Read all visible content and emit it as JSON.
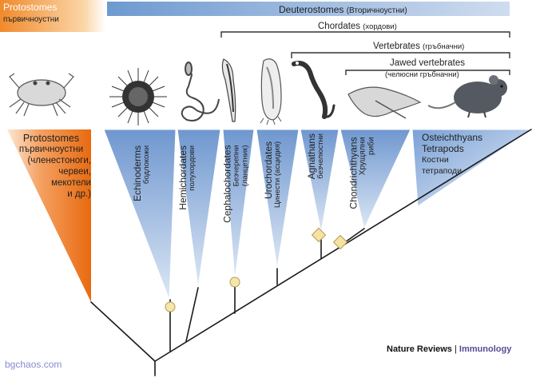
{
  "header": {
    "protostomes": "Protostomes",
    "protostomes_bg": "първичноустни",
    "deuterostomes": "Deuterostomes",
    "deuterostomes_bg": "(Вторичноустни)"
  },
  "brackets": [
    {
      "label": "Chordates",
      "label_bg": "(хордови)"
    },
    {
      "label": "Vertebrates",
      "label_bg": "(гръбначни)"
    },
    {
      "label": "Jawed vertebrates",
      "label_bg": "(челюсни гръбначни)"
    }
  ],
  "protostome_panel": {
    "title": "Protostomes",
    "lines": [
      "първичноустни",
      "(членестоноги,",
      "червеи,",
      "мекотели",
      "и др.)"
    ]
  },
  "taxa": [
    {
      "id": "echinoderms",
      "name": "Echinoderms",
      "name_bg": "бодлокожи",
      "animal": "sea urchin"
    },
    {
      "id": "hemichordates",
      "name": "Hemichordates",
      "name_bg": "полухордови",
      "animal": "acorn worm"
    },
    {
      "id": "cephalochordates",
      "name": "Cephalochordates",
      "name_bg": "Безчерепни",
      "name_bg2": "(ланцетник)",
      "animal": "lancelet"
    },
    {
      "id": "urochordates",
      "name": "Urochordates",
      "name_bg": "Цинести (асцидия)",
      "animal": "sea squirt"
    },
    {
      "id": "agnathans",
      "name": "Agnathans",
      "name_bg": "безчелюстни",
      "animal": "lamprey"
    },
    {
      "id": "chondrichthyans",
      "name": "Chondrichthyans",
      "name_bg": "Хрущялни",
      "name_bg2": "риби",
      "animal": "ray"
    },
    {
      "id": "osteichthyans",
      "name": "Osteichthyans",
      "name2": "Tetrapods",
      "name_bg": "Костни",
      "name_bg2": "тетраподи",
      "animal": "mouse"
    }
  ],
  "footer": {
    "journal": "Nature Reviews",
    "separator": "|",
    "section": "Immunology"
  },
  "watermark": "bgchaos.com",
  "colors": {
    "deuterostome_blue": "#6e9ad0",
    "protostome_orange": "#f07a20",
    "node_circle": "#f6e7a8",
    "node_diamond": "#f7e2a3",
    "tree_line": "#1a1a1a"
  }
}
